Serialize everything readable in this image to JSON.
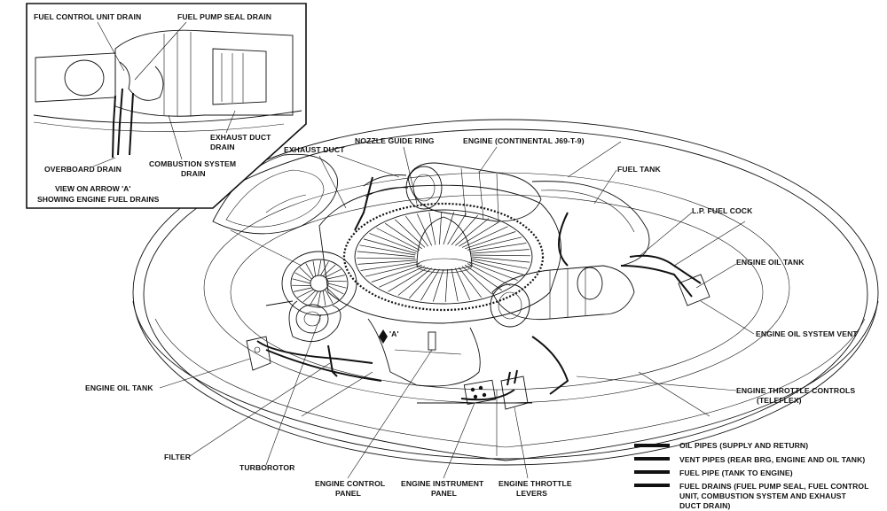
{
  "inset": {
    "labels": {
      "fuel_control_unit_drain": "FUEL CONTROL UNIT DRAIN",
      "fuel_pump_seal_drain": "FUEL PUMP SEAL DRAIN",
      "exhaust_duct_drain_1": "EXHAUST DUCT",
      "exhaust_duct_drain_2": "DRAIN",
      "combustion_system_drain_1": "COMBUSTION SYSTEM",
      "combustion_system_drain_2": "DRAIN",
      "overboard_drain": "OVERBOARD DRAIN"
    },
    "caption_line1": "VIEW ON ARROW 'A'",
    "caption_line2": "SHOWING ENGINE FUEL DRAINS"
  },
  "labels": {
    "exhaust_duct": "EXHAUST DUCT",
    "nozzle_guide_ring": "NOZZLE GUIDE RING",
    "engine": "ENGINE (CONTINENTAL J69-T-9)",
    "fuel_tank": "FUEL TANK",
    "lp_fuel_cock": "L.P. FUEL COCK",
    "engine_oil_tank_right": "ENGINE OIL TANK",
    "engine_oil_system_vent": "ENGINE OIL SYSTEM VENT",
    "engine_throttle_controls_1": "ENGINE THROTTLE CONTROLS",
    "engine_throttle_controls_2": "(TELEFLEX)",
    "engine_oil_tank_left": "ENGINE OIL TANK",
    "filter": "FILTER",
    "turborotor": "TURBOROTOR",
    "engine_control_panel_1": "ENGINE CONTROL",
    "engine_control_panel_2": "PANEL",
    "engine_instrument_panel_1": "ENGINE INSTRUMENT",
    "engine_instrument_panel_2": "PANEL",
    "engine_throttle_levers_1": "ENGINE THROTTLE",
    "engine_throttle_levers_2": "LEVERS",
    "arrow_a": "'A'"
  },
  "legend": [
    {
      "lines": [
        "OIL PIPES (SUPPLY AND RETURN)"
      ]
    },
    {
      "lines": [
        "VENT PIPES (REAR BRG, ENGINE AND OIL TANK)"
      ]
    },
    {
      "lines": [
        "FUEL PIPE (TANK TO ENGINE)"
      ]
    },
    {
      "lines": [
        "FUEL DRAINS (FUEL PUMP SEAL, FUEL CONTROL",
        "UNIT, COMBUSTION SYSTEM AND EXHAUST",
        "DUCT DRAIN)"
      ]
    }
  ]
}
